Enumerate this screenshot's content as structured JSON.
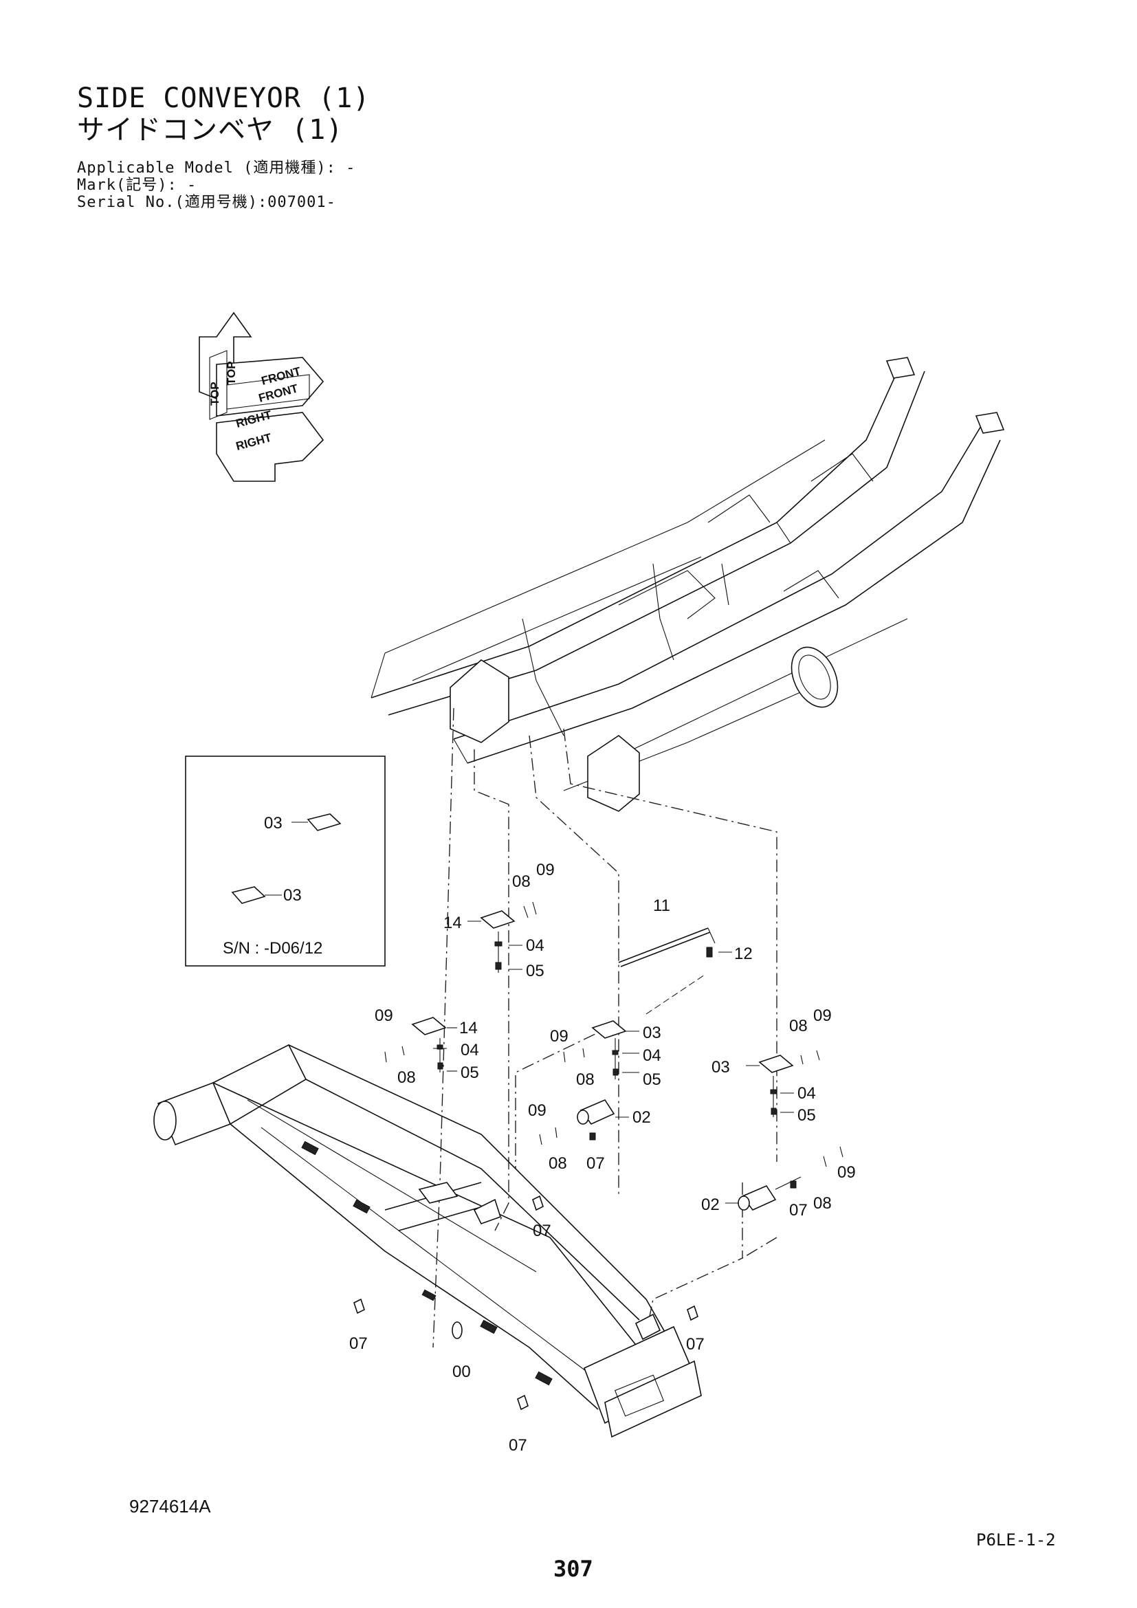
{
  "header": {
    "title_en": "SIDE CONVEYOR (1)",
    "title_jp": "サイドコンベヤ (1)",
    "applicable_model": "Applicable Model (適用機種): -",
    "mark": "Mark(記号): -",
    "serial_no": "Serial No.(適用号機):007001-"
  },
  "orientation_icon": {
    "labels": [
      "TOP",
      "TOP",
      "FRONT",
      "FRONT",
      "RIGHT",
      "RIGHT"
    ]
  },
  "inset": {
    "label_upper": "03",
    "label_lower": "03",
    "serial_note": "S/N : -D06/12"
  },
  "callouts": {
    "c00": "00",
    "c02a": "02",
    "c02b": "02",
    "c03a": "03",
    "c03b": "03",
    "c04a": "04",
    "c04b": "04",
    "c04c": "04",
    "c04d": "04",
    "c05a": "05",
    "c05b": "05",
    "c05c": "05",
    "c05d": "05",
    "c07a": "07",
    "c07b": "07",
    "c07c": "07",
    "c07d": "07",
    "c07e": "07",
    "c07f": "07",
    "c08a": "08",
    "c08b": "08",
    "c08c": "08",
    "c08d": "08",
    "c08e": "08",
    "c08f": "08",
    "c09a": "09",
    "c09b": "09",
    "c09c": "09",
    "c09d": "09",
    "c09e": "09",
    "c09f": "09",
    "c11": "11",
    "c12": "12",
    "c14a": "14",
    "c14b": "14"
  },
  "footer": {
    "drawing_no": "9274614A",
    "section_code": "P6LE-1-2",
    "page_number": "307"
  }
}
